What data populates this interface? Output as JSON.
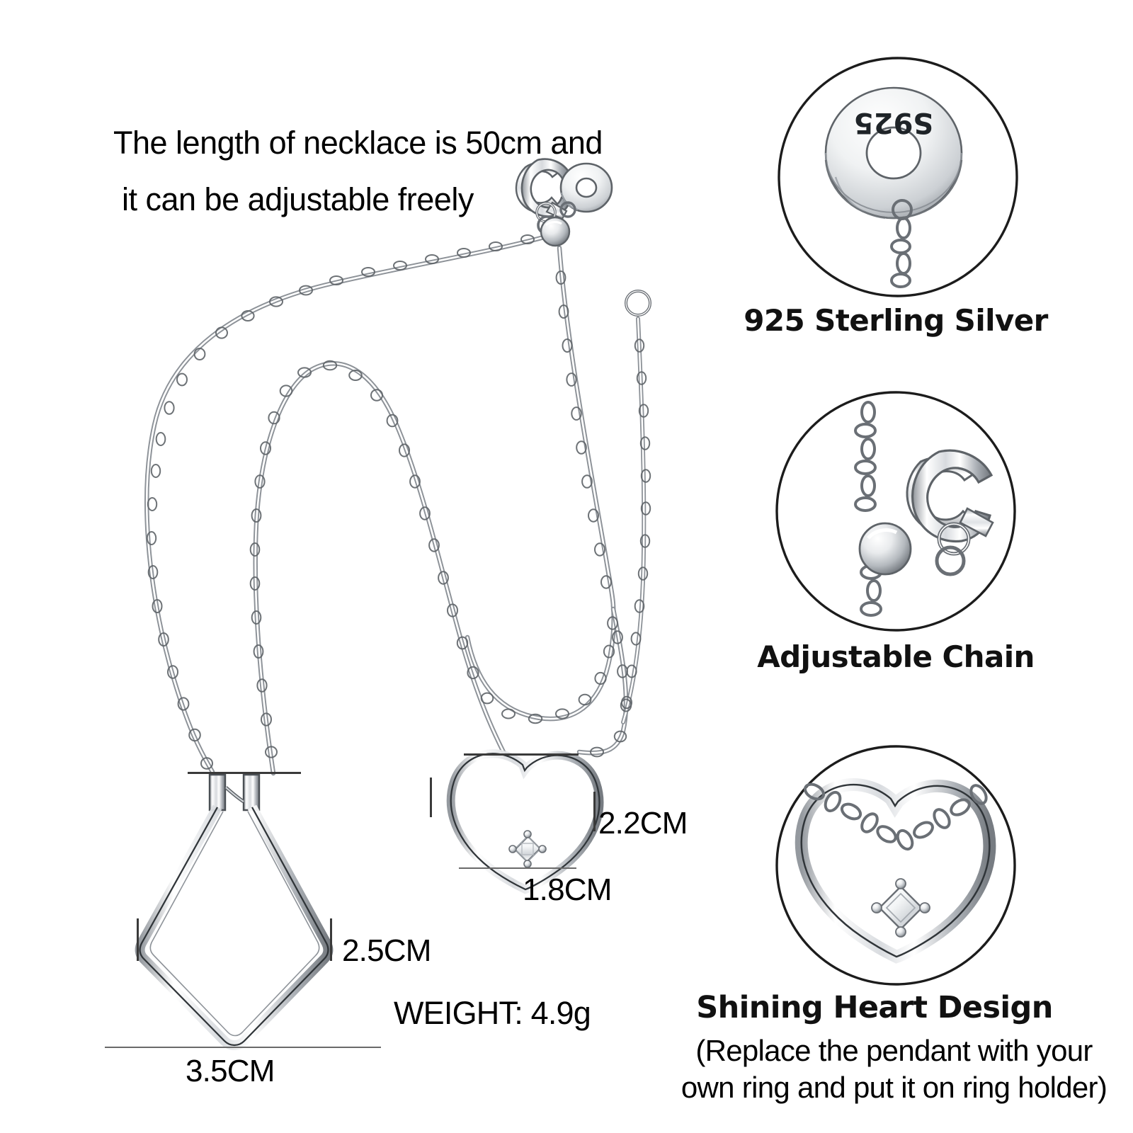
{
  "headline": {
    "line1": "The length of necklace is 50cm and",
    "line2": "it can be adjustable freely"
  },
  "features": [
    {
      "id": "sterling-silver",
      "label": "925 Sterling Silver",
      "inset_icon": "ring-tag-stamp-icon",
      "stamp_text": "S925"
    },
    {
      "id": "adjustable-chain",
      "label": "Adjustable Chain",
      "inset_icon": "lobster-clasp-icon"
    },
    {
      "id": "shining-heart",
      "label": "Shining Heart Design",
      "inset_icon": "heart-pendant-icon",
      "sub_line1": "(Replace the pendant with your",
      "sub_line2": "own ring and put it on ring holder)"
    }
  ],
  "dimensions": {
    "heart_height": "2.2CM",
    "heart_width": "1.8CM",
    "kite_height": "2.5CM",
    "kite_width": "3.5CM"
  },
  "weight": "WEIGHT: 4.9g",
  "colors": {
    "background": "#ffffff",
    "text": "#000000",
    "metal_light": "#fdfdfd",
    "metal_mid": "#c9ccd1",
    "metal_dark": "#6e7378",
    "outline": "#2b2b2b"
  },
  "stamp": {
    "text": "S925",
    "orientation": "rotated-180"
  }
}
